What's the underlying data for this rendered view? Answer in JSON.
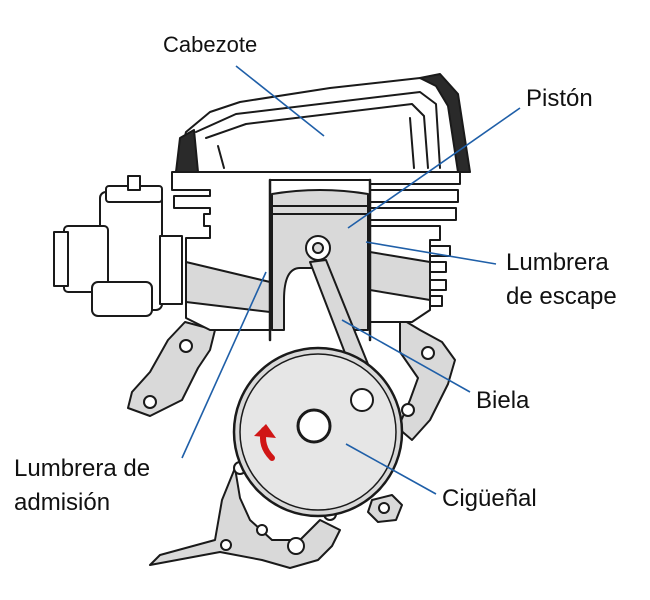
{
  "labels": {
    "cabezote": "Cabezote",
    "piston": "Pistón",
    "lumbrera_escape_1": "Lumbrera",
    "lumbrera_escape_2": "de escape",
    "biela": "Biela",
    "ciguenal": "Cigüeñal",
    "lumbrera_admision_1": "Lumbrera de",
    "lumbrera_admision_2": "admisión"
  },
  "colors": {
    "leader_line": "#1f5fa8",
    "rotation_arrow": "#d01616",
    "metal_fill": "#d9d9d9",
    "outline": "#1a1a1a"
  },
  "icons": {
    "rotation": "curved-arrow-icon"
  }
}
